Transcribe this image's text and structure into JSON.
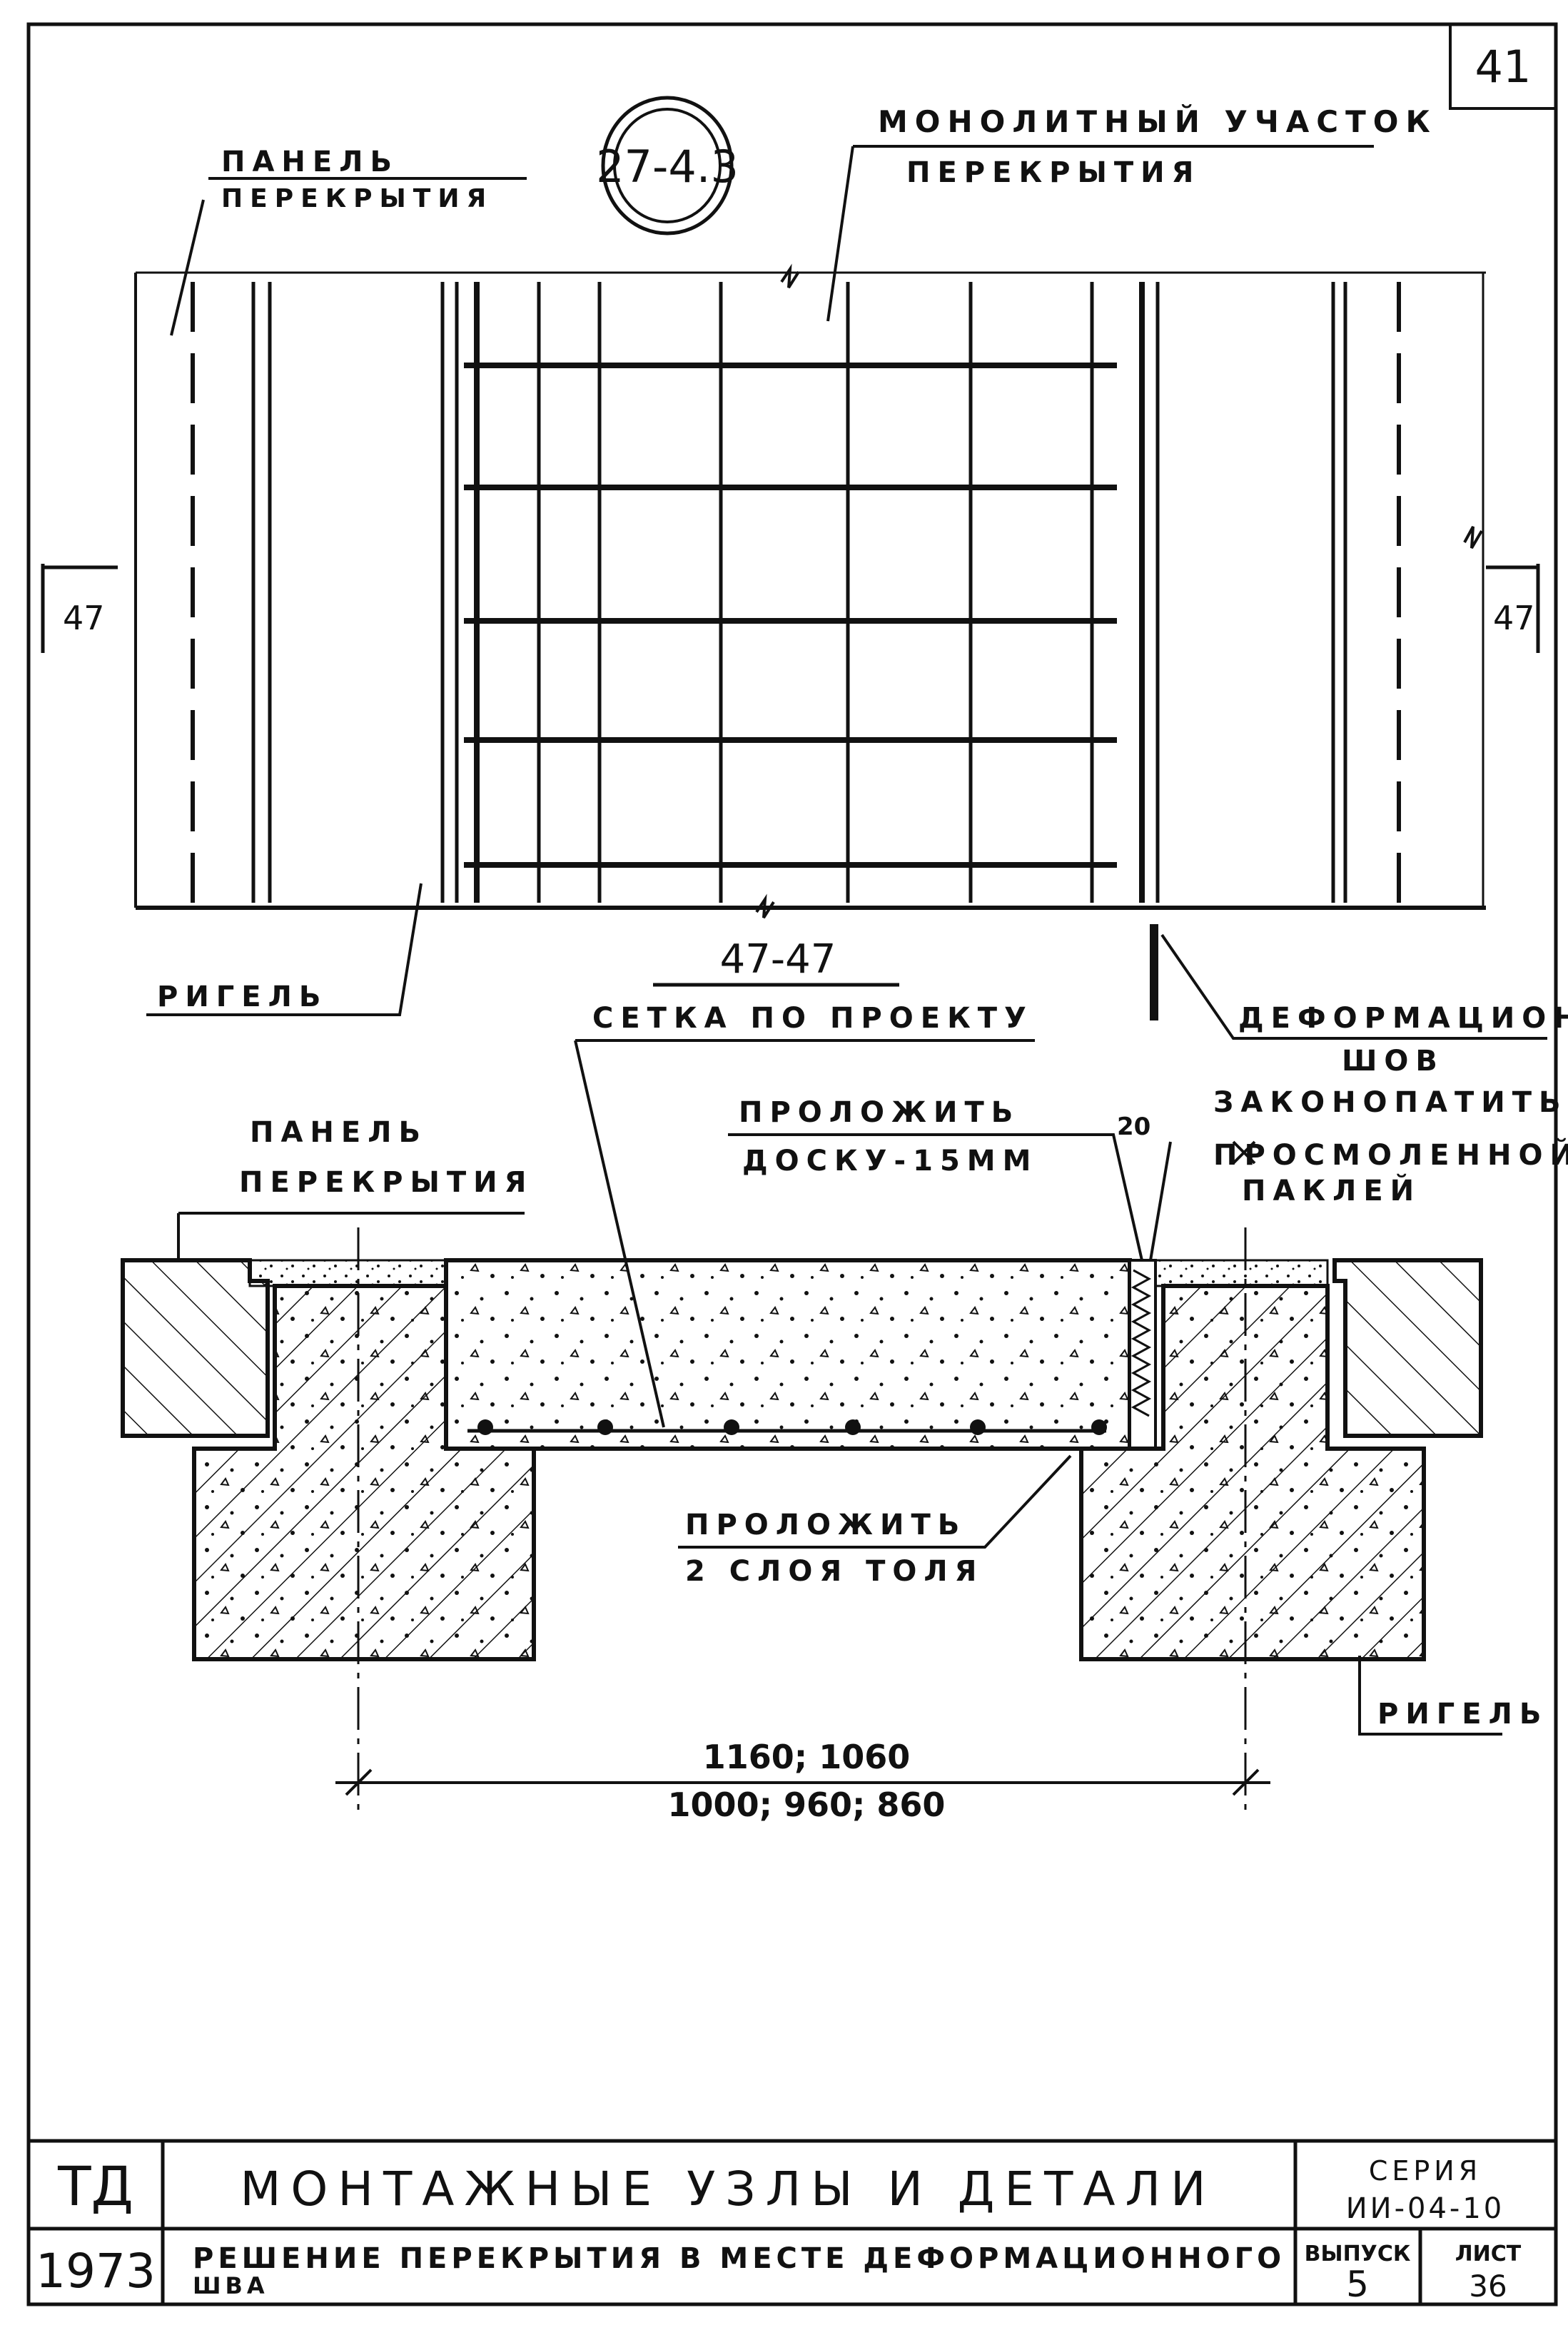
{
  "sheet_number": "41",
  "node_ref": "27-4.3",
  "plan": {
    "label_panel_line1": "ПАНЕЛЬ",
    "label_panel_line2": "ПЕРЕКРЫТИЯ",
    "label_monolith_line1": "МОНОЛИТНЫЙ УЧАСТОК",
    "label_monolith_line2": "ПЕРЕКРЫТИЯ",
    "label_beam": "РИГЕЛЬ",
    "label_joint_line1": "ДЕФОРМАЦИОН.",
    "label_joint_line2": "ШОВ",
    "section_mark_left": "47",
    "section_mark_right": "47"
  },
  "section": {
    "title": "47-47",
    "label_mesh": "СЕТКА ПО ПРОЕКТУ",
    "label_board_line1": "ПРОЛОЖИТЬ",
    "label_board_line2": "ДОСКУ-15ММ",
    "label_gap": "20",
    "label_caulk_line1": "ЗАКОНОПАТИТЬ",
    "label_caulk_line2": "ПРОСМОЛЕННОЙ",
    "label_caulk_line3": "ПАКЛЕЙ",
    "label_panel_line1": "ПАНЕЛЬ",
    "label_panel_line2": "ПЕРЕКРЫТИЯ",
    "label_felt_line1": "ПРОЛОЖИТЬ",
    "label_felt_line2": "2 СЛОЯ ТОЛЯ",
    "label_beam": "РИГЕЛЬ",
    "dim_line1": "1160; 1060",
    "dim_line2": "1000; 960; 860"
  },
  "title_block": {
    "org": "ТД",
    "year": "1973",
    "title": "МОНТАЖНЫЕ УЗЛЫ И ДЕТАЛИ",
    "subtitle_line1": "РЕШЕНИЕ ПЕРЕКРЫТИЯ В МЕСТЕ ДЕФОРМАЦИОННОГО",
    "subtitle_line2": "ШВА",
    "series_label": "СЕРИЯ",
    "series_value": "ИИ-04-10",
    "issue_label": "ВЫПУСК",
    "issue_value": "5",
    "sheet_label": "ЛИСТ",
    "sheet_value": "36"
  }
}
